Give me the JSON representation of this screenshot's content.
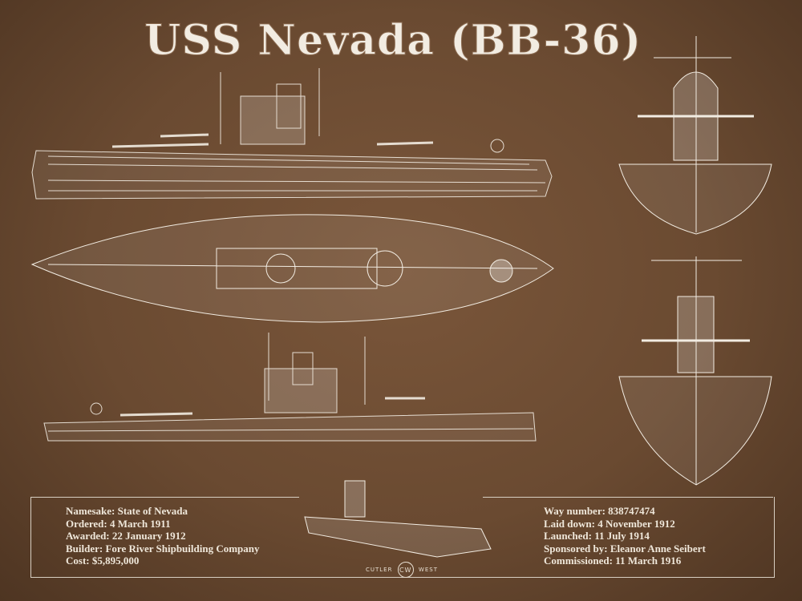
{
  "title": "USS Nevada (BB-36)",
  "left_info": [
    "Namesake: State of Nevada",
    "Ordered:  4 March 1911",
    "Awarded: 22 January 1912",
    "Builder: Fore River Shipbuilding Company",
    "Cost: $5,895,000"
  ],
  "right_info": [
    "Way number: 838747474",
    "Laid down: 4 November 1912",
    "Launched: 11 July 1914",
    "Sponsored by: Eleanor Anne Seibert",
    "Commissioned: 11 March 1916"
  ],
  "logo": {
    "left": "CUTLER",
    "mark": "CW",
    "right": "WEST"
  },
  "colors": {
    "background": "#6a4a31",
    "line": "#f2ece2"
  }
}
